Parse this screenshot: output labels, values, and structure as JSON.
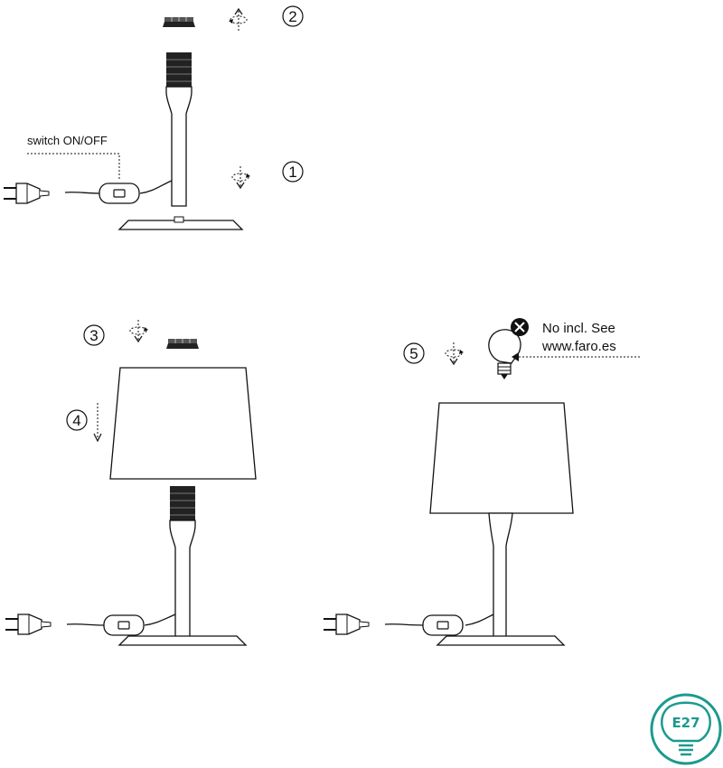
{
  "labels": {
    "switch": "switch ON/OFF",
    "bulb_note_line1": "No incl. See",
    "bulb_note_line2": "www.faro.es"
  },
  "steps": [
    "1",
    "2",
    "3",
    "4",
    "5"
  ],
  "badge": {
    "text": "E27",
    "color": "#1b9a8e"
  },
  "colors": {
    "line": "#111111",
    "socket_fill": "#222222"
  },
  "icons": [
    "plug-icon",
    "switch-icon",
    "rotate-arrow-icon",
    "bulb-icon",
    "no-symbol-icon",
    "e27-bulb-icon"
  ]
}
